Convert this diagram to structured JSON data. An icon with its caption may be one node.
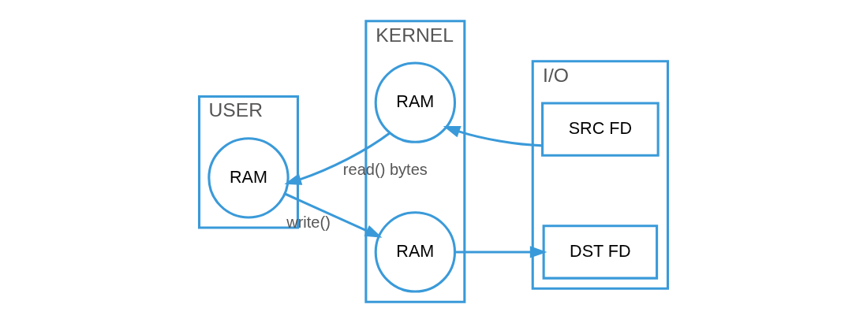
{
  "diagram": {
    "nodes": [
      {
        "text": [
          "USER"
        ]
      },
      {
        "text": [
          "KERNEL"
        ]
      },
      {
        "text": [
          "I/O"
        ]
      },
      {
        "text": [
          "RAM"
        ],
        "in": 1
      },
      {
        "text": [
          "SRC FD"
        ],
        "in": 2
      },
      {
        "text": [
          "RAM"
        ],
        "in": 0
      },
      {
        "text": [
          "RAM"
        ],
        "in": 1
      },
      {
        "text": [
          "DST FD"
        ],
        "in": 2
      }
    ],
    "edges": [
      {
        "from": 4,
        "to": 3,
        "arrow": "to"
      },
      {
        "from": 3,
        "to": 5,
        "arrow": "to",
        "label": "read() bytes"
      },
      {
        "from": 5,
        "to": 6,
        "arrow": "to",
        "label": "write()"
      },
      {
        "from": 6,
        "to": 7,
        "arrow": "to"
      }
    ]
  }
}
